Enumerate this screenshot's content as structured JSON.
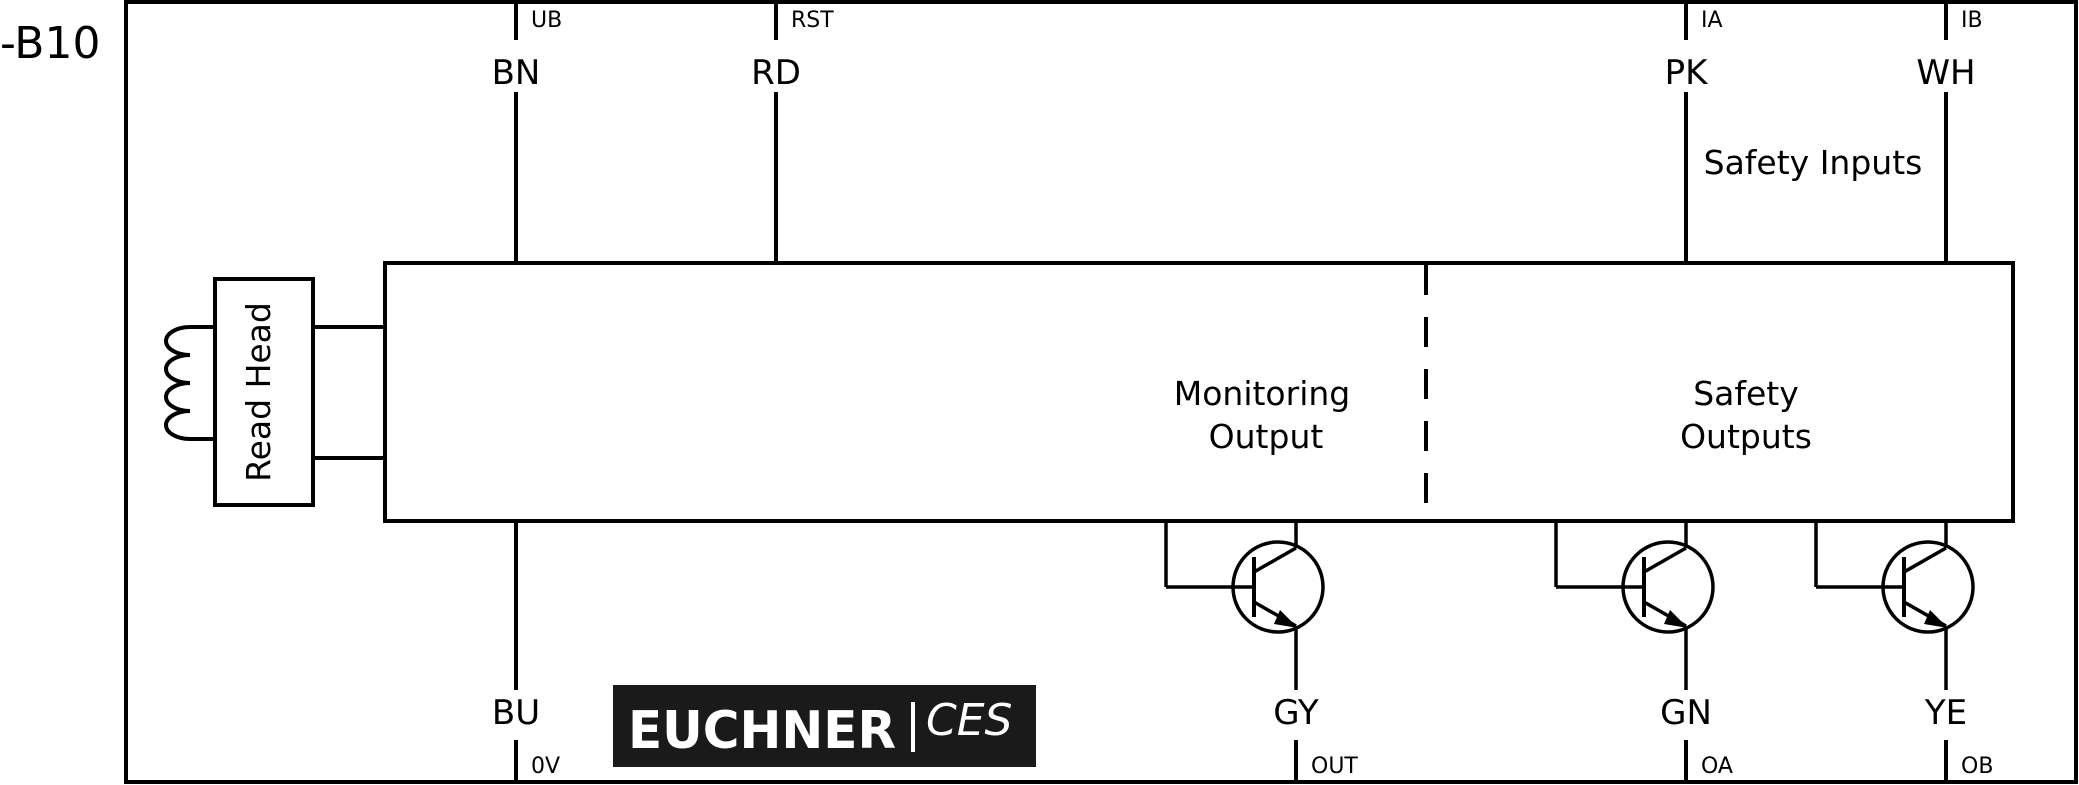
{
  "device": {
    "designator": "-B10"
  },
  "top_pins": [
    {
      "color": "BN",
      "signal": "UB"
    },
    {
      "color": "RD",
      "signal": "RST"
    },
    {
      "color": "PK",
      "signal": "IA"
    },
    {
      "color": "WH",
      "signal": "IB"
    }
  ],
  "bottom_pins": [
    {
      "color": "BU",
      "signal": "0V"
    },
    {
      "color": "GY",
      "signal": "OUT"
    },
    {
      "color": "GN",
      "signal": "OA"
    },
    {
      "color": "YE",
      "signal": "OB"
    }
  ],
  "labels": {
    "safety_inputs": "Safety Inputs",
    "read_head": "Read Head",
    "monitoring_output_line1": "Monitoring",
    "monitoring_output_line2": "Output",
    "safety_outputs_line1": "Safety",
    "safety_outputs_line2": "Outputs"
  },
  "logo": {
    "brand": "EUCHNER",
    "product": "CES",
    "background": "#1a1a1a",
    "text_color": "#ffffff"
  }
}
